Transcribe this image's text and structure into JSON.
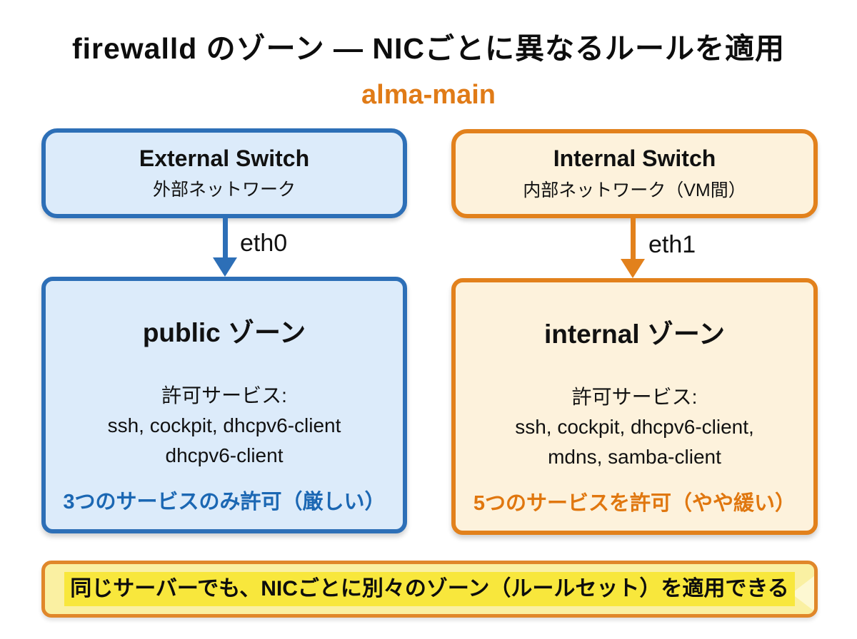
{
  "header": {
    "title": "firewalld のゾーン — NICごとに異なるルールを適用",
    "host_label": "alma-main"
  },
  "colors": {
    "blue_border": "#2d6fb7",
    "blue_fill": "#dcebfa",
    "blue_text": "#1b67b3",
    "orange_border": "#e2811c",
    "orange_fill": "#fdf2dc",
    "orange_text": "#e0770f",
    "banner_fill": "#faf0a2",
    "banner_border": "#e0872a",
    "highlight_yellow": "#f8e73c"
  },
  "columns": [
    {
      "id": "external",
      "switch": {
        "title": "External Switch",
        "subtitle": "外部ネットワーク"
      },
      "nic": "eth0",
      "zone": {
        "title": "public ゾーン",
        "services_label": "許可サービス:",
        "services_lines": [
          "ssh, cockpit, dhcpv6-client",
          "dhcpv6-client"
        ],
        "summary": "3つのサービスのみ許可（厳しい）"
      }
    },
    {
      "id": "internal",
      "switch": {
        "title": "Internal Switch",
        "subtitle": "内部ネットワーク（VM間）"
      },
      "nic": "eth1",
      "zone": {
        "title": "internal ゾーン",
        "services_label": "許可サービス:",
        "services_lines": [
          "ssh, cockpit, dhcpv6-client,",
          "mdns, samba-client"
        ],
        "summary": "5つのサービスを許可（やや緩い）"
      }
    }
  ],
  "footer": {
    "note": "同じサーバーでも、NICごとに別々のゾーン（ルールセット）を適用できる"
  }
}
